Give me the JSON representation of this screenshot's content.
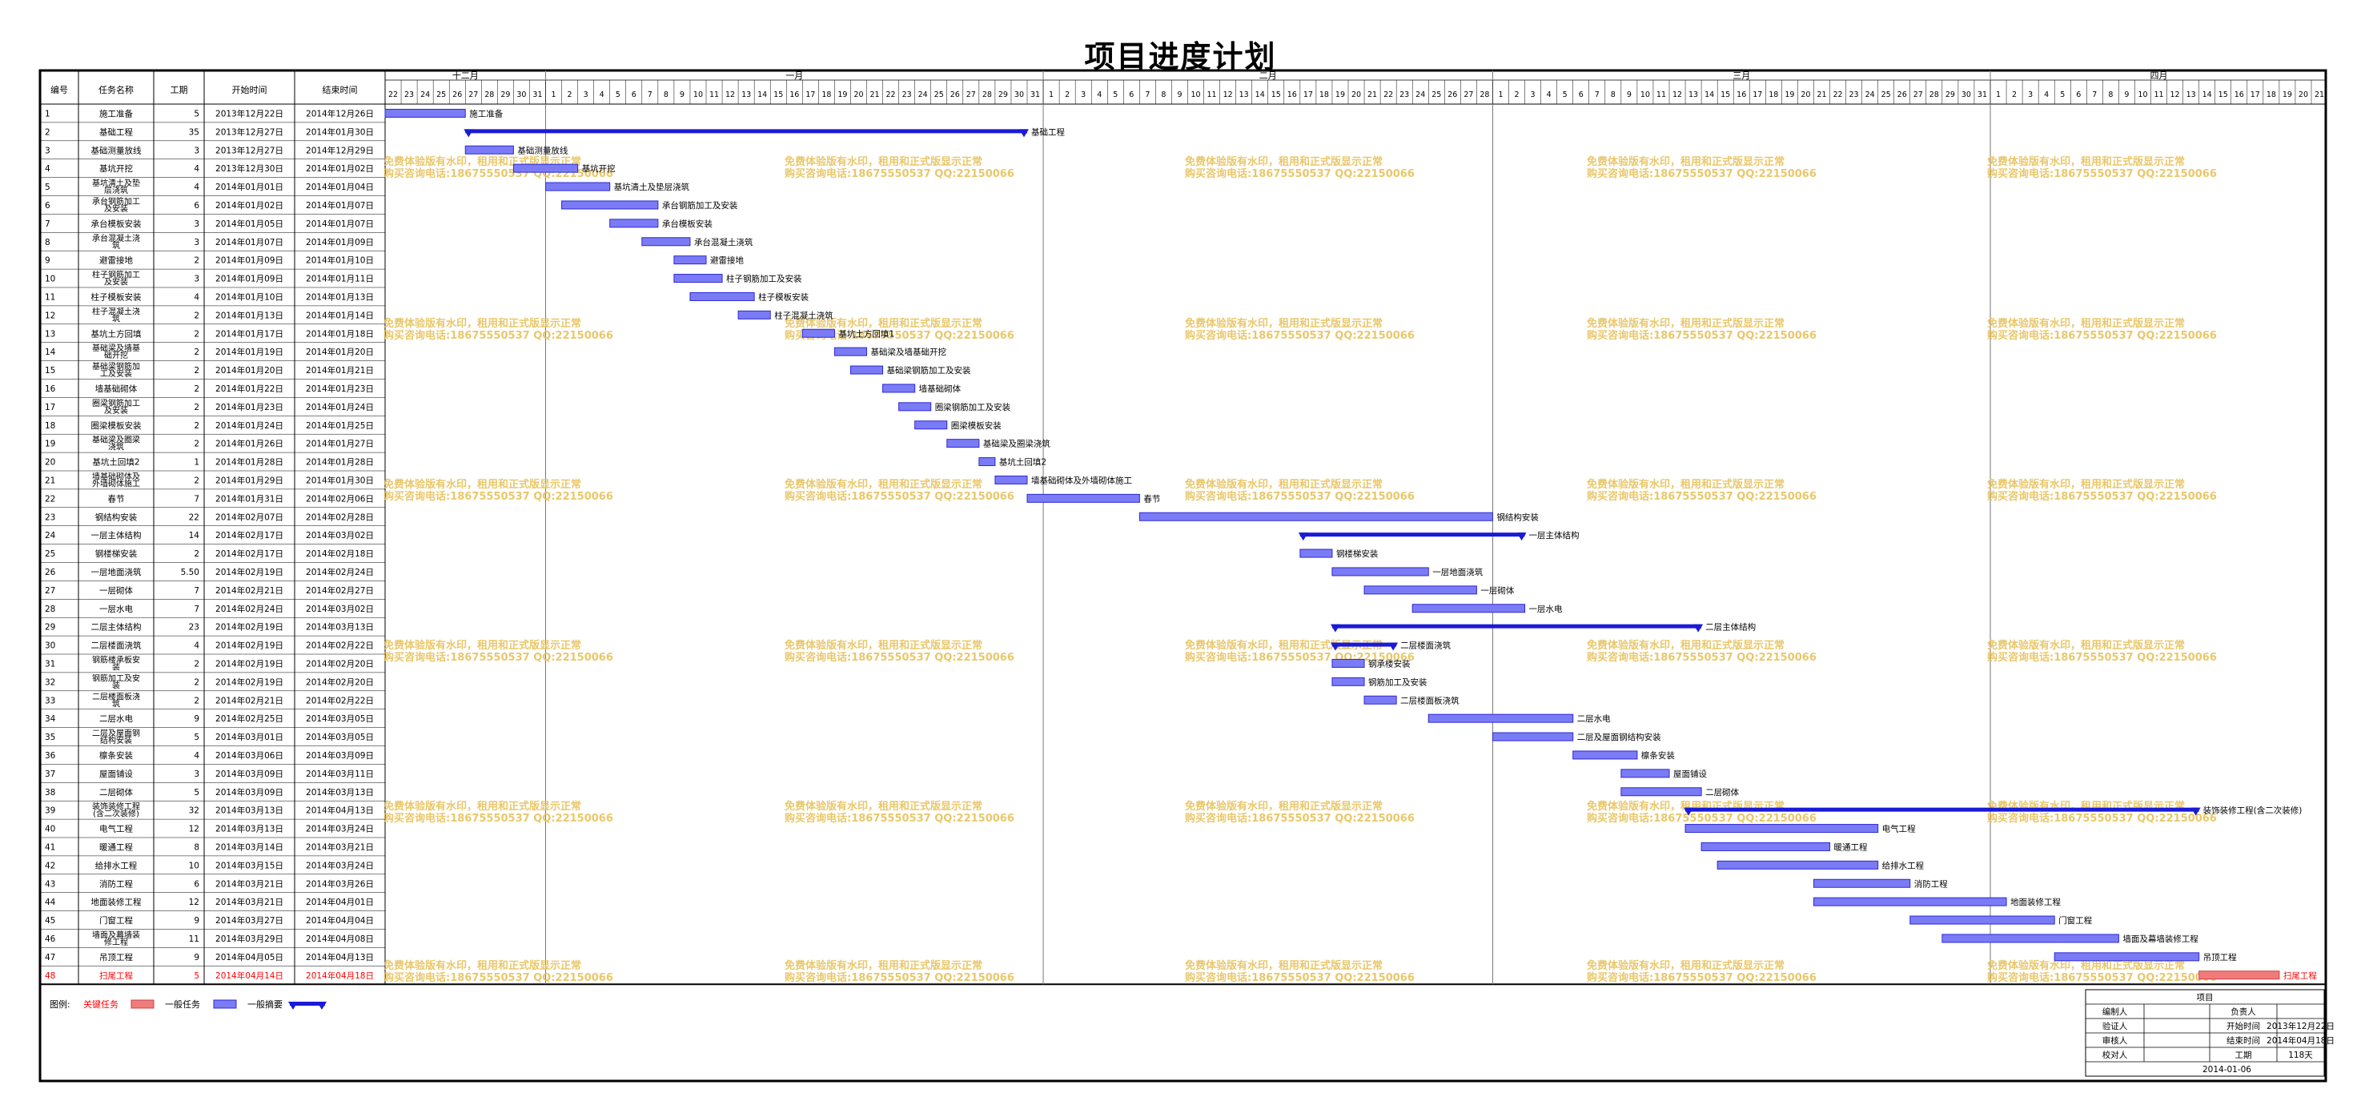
{
  "title": "项目进度计划",
  "table_headers": [
    "编号",
    "任务名称",
    "工期",
    "开始时间",
    "结束时间"
  ],
  "chart_data": {
    "type": "gantt",
    "timeline": {
      "start": "2013-12-22",
      "end": "2014-04-21",
      "months": [
        {
          "label": "十二月",
          "start": "2013-12-22",
          "days": 10
        },
        {
          "label": "一月",
          "start": "2014-01-01",
          "days": 31
        },
        {
          "label": "二月",
          "start": "2014-02-01",
          "days": 28
        },
        {
          "label": "三月",
          "start": "2014-03-01",
          "days": 31
        },
        {
          "label": "四月",
          "start": "2014-04-01",
          "days": 21
        }
      ]
    },
    "tasks": [
      {
        "id": "1",
        "name": "施工准备",
        "duration": "5",
        "start": "2013年12月22日",
        "end": "2014年12月26日",
        "s": "2013-12-22",
        "e": "2013-12-26",
        "type": "normal",
        "label": "施工准备"
      },
      {
        "id": "2",
        "name": "基础工程",
        "duration": "35",
        "start": "2013年12月27日",
        "end": "2014年01月30日",
        "s": "2013-12-27",
        "e": "2014-01-30",
        "type": "summary",
        "label": "基础工程"
      },
      {
        "id": "3",
        "name": "基础测量放线",
        "duration": "3",
        "start": "2013年12月27日",
        "end": "2014年12月29日",
        "s": "2013-12-27",
        "e": "2013-12-29",
        "type": "normal",
        "label": "基础测量放线"
      },
      {
        "id": "4",
        "name": "基坑开挖",
        "duration": "4",
        "start": "2013年12月30日",
        "end": "2014年01月02日",
        "s": "2013-12-30",
        "e": "2014-01-02",
        "type": "normal",
        "label": "基坑开挖"
      },
      {
        "id": "5",
        "name": "基坑清土及垫层浇筑",
        "duration": "4",
        "start": "2014年01月01日",
        "end": "2014年01月04日",
        "s": "2014-01-01",
        "e": "2014-01-04",
        "type": "normal",
        "label": "基坑清土及垫层浇筑"
      },
      {
        "id": "6",
        "name": "承台钢筋加工及安装",
        "duration": "6",
        "start": "2014年01月02日",
        "end": "2014年01月07日",
        "s": "2014-01-02",
        "e": "2014-01-07",
        "type": "normal",
        "label": "承台钢筋加工及安装"
      },
      {
        "id": "7",
        "name": "承台模板安装",
        "duration": "3",
        "start": "2014年01月05日",
        "end": "2014年01月07日",
        "s": "2014-01-05",
        "e": "2014-01-07",
        "type": "normal",
        "label": "承台模板安装"
      },
      {
        "id": "8",
        "name": "承台混凝土浇筑",
        "duration": "3",
        "start": "2014年01月07日",
        "end": "2014年01月09日",
        "s": "2014-01-07",
        "e": "2014-01-09",
        "type": "normal",
        "label": "承台混凝土浇筑"
      },
      {
        "id": "9",
        "name": "避雷接地",
        "duration": "2",
        "start": "2014年01月09日",
        "end": "2014年01月10日",
        "s": "2014-01-09",
        "e": "2014-01-10",
        "type": "normal",
        "label": "避雷接地"
      },
      {
        "id": "10",
        "name": "柱子钢筋加工及安装",
        "duration": "3",
        "start": "2014年01月09日",
        "end": "2014年01月11日",
        "s": "2014-01-09",
        "e": "2014-01-11",
        "type": "normal",
        "label": "柱子钢筋加工及安装"
      },
      {
        "id": "11",
        "name": "柱子模板安装",
        "duration": "4",
        "start": "2014年01月10日",
        "end": "2014年01月13日",
        "s": "2014-01-10",
        "e": "2014-01-13",
        "type": "normal",
        "label": "柱子模板安装"
      },
      {
        "id": "12",
        "name": "柱子混凝土浇筑",
        "duration": "2",
        "start": "2014年01月13日",
        "end": "2014年01月14日",
        "s": "2014-01-13",
        "e": "2014-01-14",
        "type": "normal",
        "label": "柱子混凝土浇筑"
      },
      {
        "id": "13",
        "name": "基坑土方回填",
        "duration": "2",
        "start": "2014年01月17日",
        "end": "2014年01月18日",
        "s": "2014-01-17",
        "e": "2014-01-18",
        "type": "normal",
        "label": "基坑土方回填1"
      },
      {
        "id": "14",
        "name": "基础梁及墙基础开挖",
        "duration": "2",
        "start": "2014年01月19日",
        "end": "2014年01月20日",
        "s": "2014-01-19",
        "e": "2014-01-20",
        "type": "normal",
        "label": "基础梁及墙基础开挖"
      },
      {
        "id": "15",
        "name": "基础梁钢筋加工及安装",
        "duration": "2",
        "start": "2014年01月20日",
        "end": "2014年01月21日",
        "s": "2014-01-20",
        "e": "2014-01-21",
        "type": "normal",
        "label": "基础梁钢筋加工及安装"
      },
      {
        "id": "16",
        "name": "墙基础砌体",
        "duration": "2",
        "start": "2014年01月22日",
        "end": "2014年01月23日",
        "s": "2014-01-22",
        "e": "2014-01-23",
        "type": "normal",
        "label": "墙基础砌体"
      },
      {
        "id": "17",
        "name": "圈梁钢筋加工及安装",
        "duration": "2",
        "start": "2014年01月23日",
        "end": "2014年01月24日",
        "s": "2014-01-23",
        "e": "2014-01-24",
        "type": "normal",
        "label": "圈梁钢筋加工及安装"
      },
      {
        "id": "18",
        "name": "圈梁模板安装",
        "duration": "2",
        "start": "2014年01月24日",
        "end": "2014年01月25日",
        "s": "2014-01-24",
        "e": "2014-01-25",
        "type": "normal",
        "label": "圈梁模板安装"
      },
      {
        "id": "19",
        "name": "基础梁及圈梁浇筑",
        "duration": "2",
        "start": "2014年01月26日",
        "end": "2014年01月27日",
        "s": "2014-01-26",
        "e": "2014-01-27",
        "type": "normal",
        "label": "基础梁及圈梁浇筑"
      },
      {
        "id": "20",
        "name": "基坑土回填2",
        "duration": "1",
        "start": "2014年01月28日",
        "end": "2014年01月28日",
        "s": "2014-01-28",
        "e": "2014-01-28",
        "type": "normal",
        "label": "基坑土回填2"
      },
      {
        "id": "21",
        "name": "墙基础砌体及外墙砌体施工",
        "duration": "2",
        "start": "2014年01月29日",
        "end": "2014年01月30日",
        "s": "2014-01-29",
        "e": "2014-01-30",
        "type": "normal",
        "label": "墙基础砌体及外墙砌体施工"
      },
      {
        "id": "22",
        "name": "春节",
        "duration": "7",
        "start": "2014年01月31日",
        "end": "2014年02月06日",
        "s": "2014-01-31",
        "e": "2014-02-06",
        "type": "normal",
        "label": "春节"
      },
      {
        "id": "23",
        "name": "钢结构安装",
        "duration": "22",
        "start": "2014年02月07日",
        "end": "2014年02月28日",
        "s": "2014-02-07",
        "e": "2014-02-28",
        "type": "normal",
        "label": "钢结构安装"
      },
      {
        "id": "24",
        "name": "一层主体结构",
        "duration": "14",
        "start": "2014年02月17日",
        "end": "2014年03月02日",
        "s": "2014-02-17",
        "e": "2014-03-02",
        "type": "summary",
        "label": "一层主体结构"
      },
      {
        "id": "25",
        "name": "钢楼梯安装",
        "duration": "2",
        "start": "2014年02月17日",
        "end": "2014年02月18日",
        "s": "2014-02-17",
        "e": "2014-02-18",
        "type": "normal",
        "label": "钢楼梯安装"
      },
      {
        "id": "26",
        "name": "一层地面浇筑",
        "duration": "5.50",
        "start": "2014年02月19日",
        "end": "2014年02月24日",
        "s": "2014-02-19",
        "e": "2014-02-24",
        "type": "normal",
        "label": "一层地面浇筑"
      },
      {
        "id": "27",
        "name": "一层砌体",
        "duration": "7",
        "start": "2014年02月21日",
        "end": "2014年02月27日",
        "s": "2014-02-21",
        "e": "2014-02-27",
        "type": "normal",
        "label": "一层砌体"
      },
      {
        "id": "28",
        "name": "一层水电",
        "duration": "7",
        "start": "2014年02月24日",
        "end": "2014年03月02日",
        "s": "2014-02-24",
        "e": "2014-03-02",
        "type": "normal",
        "label": "一层水电"
      },
      {
        "id": "29",
        "name": "二层主体结构",
        "duration": "23",
        "start": "2014年02月19日",
        "end": "2014年03月13日",
        "s": "2014-02-19",
        "e": "2014-03-13",
        "type": "summary",
        "label": "二层主体结构"
      },
      {
        "id": "30",
        "name": "二层楼面浇筑",
        "duration": "4",
        "start": "2014年02月19日",
        "end": "2014年02月22日",
        "s": "2014-02-19",
        "e": "2014-02-22",
        "type": "summary",
        "label": "二层楼面浇筑"
      },
      {
        "id": "31",
        "name": "钢筋楼承板安装",
        "duration": "2",
        "start": "2014年02月19日",
        "end": "2014年02月20日",
        "s": "2014-02-19",
        "e": "2014-02-20",
        "type": "normal",
        "label": "钢承楼安装"
      },
      {
        "id": "32",
        "name": "钢筋加工及安装",
        "duration": "2",
        "start": "2014年02月19日",
        "end": "2014年02月20日",
        "s": "2014-02-19",
        "e": "2014-02-20",
        "type": "normal",
        "label": "钢筋加工及安装"
      },
      {
        "id": "33",
        "name": "二层楼面板浇筑",
        "duration": "2",
        "start": "2014年02月21日",
        "end": "2014年02月22日",
        "s": "2014-02-21",
        "e": "2014-02-22",
        "type": "normal",
        "label": "二层楼面板浇筑"
      },
      {
        "id": "34",
        "name": "二层水电",
        "duration": "9",
        "start": "2014年02月25日",
        "end": "2014年03月05日",
        "s": "2014-02-25",
        "e": "2014-03-05",
        "type": "normal",
        "label": "二层水电"
      },
      {
        "id": "35",
        "name": "二层及屋面钢结构安装",
        "duration": "5",
        "start": "2014年03月01日",
        "end": "2014年03月05日",
        "s": "2014-03-01",
        "e": "2014-03-05",
        "type": "normal",
        "label": "二层及屋面钢结构安装"
      },
      {
        "id": "36",
        "name": "檩条安装",
        "duration": "4",
        "start": "2014年03月06日",
        "end": "2014年03月09日",
        "s": "2014-03-06",
        "e": "2014-03-09",
        "type": "normal",
        "label": "檩条安装"
      },
      {
        "id": "37",
        "name": "屋面铺设",
        "duration": "3",
        "start": "2014年03月09日",
        "end": "2014年03月11日",
        "s": "2014-03-09",
        "e": "2014-03-11",
        "type": "normal",
        "label": "屋面铺设"
      },
      {
        "id": "38",
        "name": "二层砌体",
        "duration": "5",
        "start": "2014年03月09日",
        "end": "2014年03月13日",
        "s": "2014-03-09",
        "e": "2014-03-13",
        "type": "normal",
        "label": "二层砌体"
      },
      {
        "id": "39",
        "name": "装饰装修工程(含二次装修)",
        "duration": "32",
        "start": "2014年03月13日",
        "end": "2014年04月13日",
        "s": "2014-03-13",
        "e": "2014-04-13",
        "type": "summary",
        "label": "装饰装修工程(含二次装修)"
      },
      {
        "id": "40",
        "name": "电气工程",
        "duration": "12",
        "start": "2014年03月13日",
        "end": "2014年03月24日",
        "s": "2014-03-13",
        "e": "2014-03-24",
        "type": "normal",
        "label": "电气工程"
      },
      {
        "id": "41",
        "name": "暖通工程",
        "duration": "8",
        "start": "2014年03月14日",
        "end": "2014年03月21日",
        "s": "2014-03-14",
        "e": "2014-03-21",
        "type": "normal",
        "label": "暖通工程"
      },
      {
        "id": "42",
        "name": "给排水工程",
        "duration": "10",
        "start": "2014年03月15日",
        "end": "2014年03月24日",
        "s": "2014-03-15",
        "e": "2014-03-24",
        "type": "normal",
        "label": "给排水工程"
      },
      {
        "id": "43",
        "name": "消防工程",
        "duration": "6",
        "start": "2014年03月21日",
        "end": "2014年03月26日",
        "s": "2014-03-21",
        "e": "2014-03-26",
        "type": "normal",
        "label": "消防工程"
      },
      {
        "id": "44",
        "name": "地面装修工程",
        "duration": "12",
        "start": "2014年03月21日",
        "end": "2014年04月01日",
        "s": "2014-03-21",
        "e": "2014-04-01",
        "type": "normal",
        "label": "地面装修工程"
      },
      {
        "id": "45",
        "name": "门窗工程",
        "duration": "9",
        "start": "2014年03月27日",
        "end": "2014年04月04日",
        "s": "2014-03-27",
        "e": "2014-04-04",
        "type": "normal",
        "label": "门窗工程"
      },
      {
        "id": "46",
        "name": "墙面及幕墙装修工程",
        "duration": "11",
        "start": "2014年03月29日",
        "end": "2014年04月08日",
        "s": "2014-03-29",
        "e": "2014-04-08",
        "type": "normal",
        "label": "墙面及幕墙装修工程"
      },
      {
        "id": "47",
        "name": "吊顶工程",
        "duration": "9",
        "start": "2014年04月05日",
        "end": "2014年04月13日",
        "s": "2014-04-05",
        "e": "2014-04-13",
        "type": "normal",
        "label": "吊顶工程"
      },
      {
        "id": "48",
        "name": "扫尾工程",
        "duration": "5",
        "start": "2014年04月14日",
        "end": "2014年04月18日",
        "s": "2014-04-14",
        "e": "2014-04-18",
        "type": "critical",
        "label": "扫尾工程"
      }
    ]
  },
  "legend": {
    "prefix": "图例:",
    "critical": "关键任务",
    "normal": "一般任务",
    "summary": "一般摘要"
  },
  "colors": {
    "normal_fill": "#7b7bf6",
    "normal_stroke": "#2b2bd6",
    "summary": "#1a1ad8",
    "critical_fill": "#f07b7b",
    "critical_text": "#ff0000",
    "watermark": "#e7c15a",
    "grid": "#888888"
  },
  "watermark": {
    "line1": "免费体验版有水印，租用和正式版显示正常",
    "line2": "购买咨询电话:18675550537 QQ:22150066"
  },
  "info_box": {
    "header": "项目",
    "rows": [
      [
        "编制人",
        "",
        "负责人",
        ""
      ],
      [
        "验证人",
        "",
        "开始时间",
        "2013年12月22日"
      ],
      [
        "审核人",
        "",
        "结束时间",
        "2014年04月18日"
      ],
      [
        "校对人",
        "",
        "工期",
        "118天"
      ]
    ],
    "date": "2014-01-06"
  }
}
